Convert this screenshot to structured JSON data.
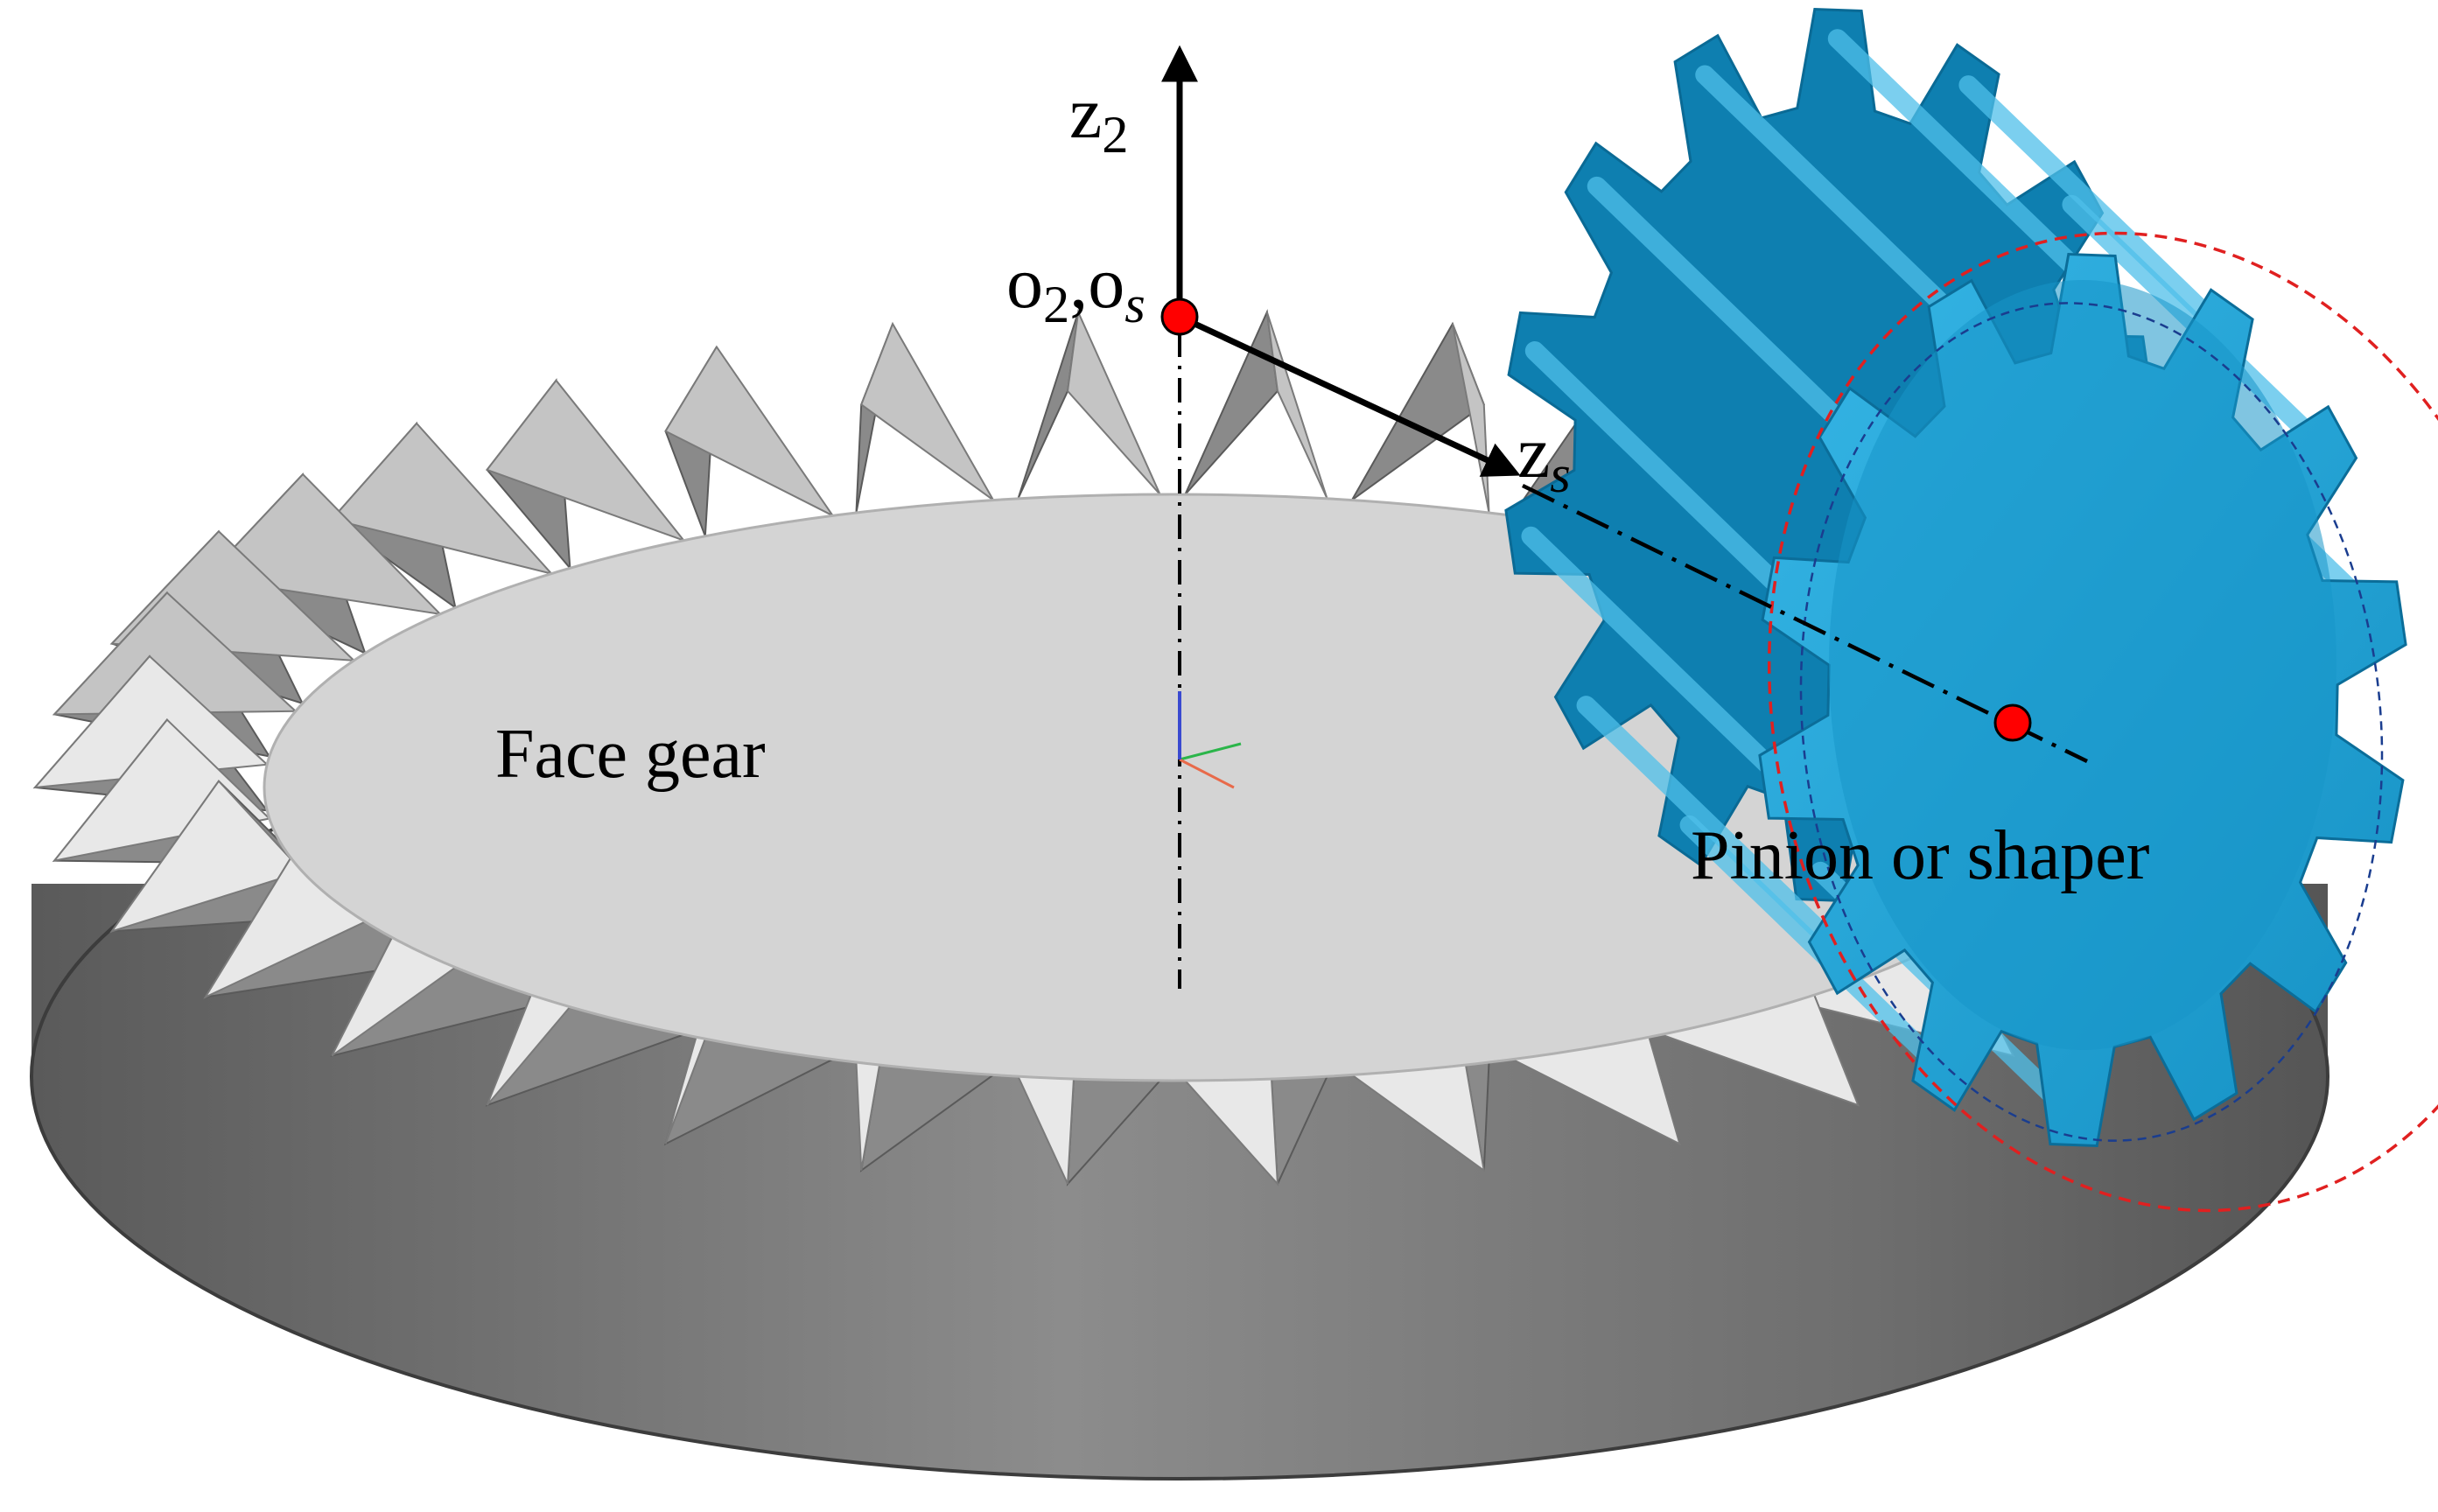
{
  "labels": {
    "z2_base": "z",
    "z2_sub": "2",
    "origin_o2_base": "o",
    "origin_o2_sub": "2",
    "origin_sep": ",",
    "origin_os_base": "o",
    "origin_os_sub": "s",
    "zs_base": "z",
    "zs_sub": "s",
    "face_gear": "Face gear",
    "pinion": "Pinion or shaper"
  },
  "colors": {
    "face_gear_top": "#d4d4d4",
    "face_gear_side": "#707070",
    "face_gear_tooth_light": "#e8e8e8",
    "face_gear_tooth_dark": "#8a8a8a",
    "pinion_fill": "#1ea3d6",
    "pinion_dark": "#0e7fb0",
    "pinion_light": "#52c3ec",
    "marker": "#ff0000",
    "pitch_circle_outer": "#e02020",
    "pitch_circle_inner": "#1a3d8f",
    "axis": "#000000"
  },
  "face_gear": {
    "tooth_count": 34
  },
  "pinion": {
    "tooth_count": 14
  }
}
